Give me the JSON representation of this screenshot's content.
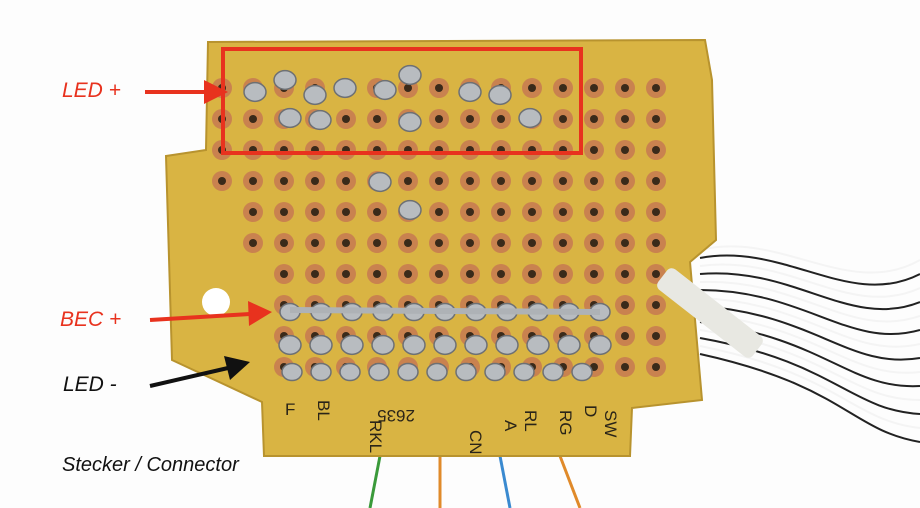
{
  "annotations": {
    "led_plus": "LED +",
    "bec_plus": "BEC +",
    "led_minus": "LED -",
    "connector": "Stecker / Connector"
  },
  "board_markings": [
    "2635",
    "F",
    "BL",
    "RKL",
    "CN",
    "A",
    "RL",
    "RG",
    "D",
    "SW"
  ],
  "colors": {
    "annotation_red": "#e8321e",
    "annotation_black": "#111111",
    "board": "#d9b443",
    "copper": "#c9824f"
  }
}
